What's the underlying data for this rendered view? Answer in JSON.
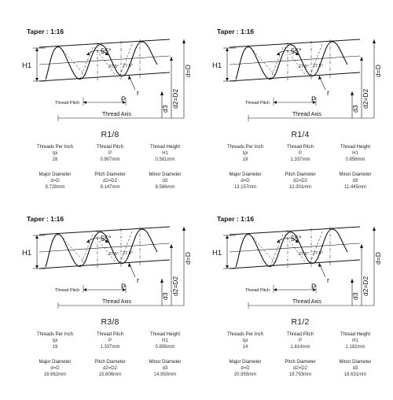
{
  "labels": {
    "taper": "Taper : 1:16",
    "h1": "H1",
    "thread_pitch": "Thread Pitch",
    "p": "P",
    "thread_axis": "Thread  Axis",
    "angle_55": "55°",
    "angle_half": "27.5°",
    "r": "r",
    "d3": "d3",
    "d2": "d2=D2",
    "d": "d=D"
  },
  "spec_labels": {
    "tpi": "Threads Per Inch",
    "pitch": "Thread Pitch",
    "height": "Thread Height",
    "major": "Major Diameter",
    "pitch_dia": "Pitch Diameter",
    "minor": "Minor Diameter"
  },
  "spec_symbols": {
    "tpi": "tpi",
    "pitch": "P",
    "height": "H1",
    "major": "d=D",
    "pitch_dia": "d2=D2",
    "minor": "d3"
  },
  "panels": [
    {
      "title": "R1/8",
      "tpi": "28",
      "pitch": "0.907mm",
      "height": "0.581mm",
      "major": "9.728mm",
      "pitch_dia": "9.147mm",
      "minor": "8.566mm"
    },
    {
      "title": "R1/4",
      "tpi": "19",
      "pitch": "1.337mm",
      "height": "0.856mm",
      "major": "13.157mm",
      "pitch_dia": "12.301mm",
      "minor": "11.445mm"
    },
    {
      "title": "R3/8",
      "tpi": "19",
      "pitch": "1.337mm",
      "height": "0.856mm",
      "major": "16.662mm",
      "pitch_dia": "15.806mm",
      "minor": "14.950mm"
    },
    {
      "title": "R1/2",
      "tpi": "14",
      "pitch": "1.814mm",
      "height": "1.162mm",
      "major": "20.955mm",
      "pitch_dia": "19.793mm",
      "minor": "18.631mm"
    }
  ]
}
